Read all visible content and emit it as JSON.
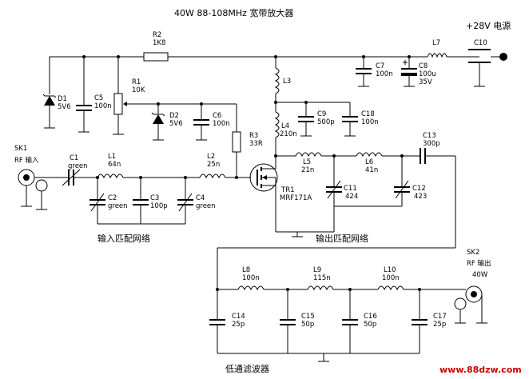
{
  "title": "40W 88-108MHz  宽带放大器",
  "supply": "+28V 电源",
  "sections": {
    "input_match": "输入匹配网络",
    "output_match": "输出匹配网络",
    "lowpass": "低通滤波器"
  },
  "watermark": "www.88dzw.com",
  "components": {
    "R1": {
      "ref": "R1",
      "value": "10K"
    },
    "R2": {
      "ref": "R2",
      "value": "1K8"
    },
    "R3": {
      "ref": "R3",
      "value": "33R"
    },
    "D1": {
      "ref": "D1",
      "value": "5V6"
    },
    "D2": {
      "ref": "D2",
      "value": "5V6"
    },
    "C1": {
      "ref": "C1",
      "value": "green"
    },
    "C2": {
      "ref": "C2",
      "value": "green"
    },
    "C3": {
      "ref": "C3",
      "value": "100p"
    },
    "C4": {
      "ref": "C4",
      "value": "green"
    },
    "C5": {
      "ref": "C5",
      "value": "100n"
    },
    "C6": {
      "ref": "C6",
      "value": "100n"
    },
    "C7": {
      "ref": "C7",
      "value": "100n"
    },
    "C8": {
      "ref": "C8",
      "value": "100u",
      "value2": "35V"
    },
    "C9": {
      "ref": "C9",
      "value": "500p"
    },
    "C10": {
      "ref": "C10",
      "value": ""
    },
    "C11": {
      "ref": "C11",
      "value": "424"
    },
    "C12": {
      "ref": "C12",
      "value": "423"
    },
    "C13": {
      "ref": "C13",
      "value": "300p"
    },
    "C14": {
      "ref": "C14",
      "value": "25p"
    },
    "C15": {
      "ref": "C15",
      "value": "50p"
    },
    "C16": {
      "ref": "C16",
      "value": "50p"
    },
    "C17": {
      "ref": "C17",
      "value": "25p"
    },
    "C18": {
      "ref": "C18",
      "value": "100n"
    },
    "L1": {
      "ref": "L1",
      "value": "64n"
    },
    "L2": {
      "ref": "L2",
      "value": "25n"
    },
    "L3": {
      "ref": "L3",
      "value": ""
    },
    "L4": {
      "ref": "L4",
      "value": "210n"
    },
    "L5": {
      "ref": "L5",
      "value": "21n"
    },
    "L6": {
      "ref": "L6",
      "value": "41n"
    },
    "L7": {
      "ref": "L7",
      "value": ""
    },
    "L8": {
      "ref": "L8",
      "value": "100n"
    },
    "L9": {
      "ref": "L9",
      "value": "115n"
    },
    "L10": {
      "ref": "L10",
      "value": "100n"
    },
    "TR1": {
      "ref": "TR1",
      "value": "MRF171A"
    }
  },
  "connectors": {
    "SK1": {
      "ref": "SK1",
      "line2": "RF 输入"
    },
    "SK2": {
      "ref": "SK2",
      "line2": "RF 输出",
      "line3": "40W"
    }
  }
}
